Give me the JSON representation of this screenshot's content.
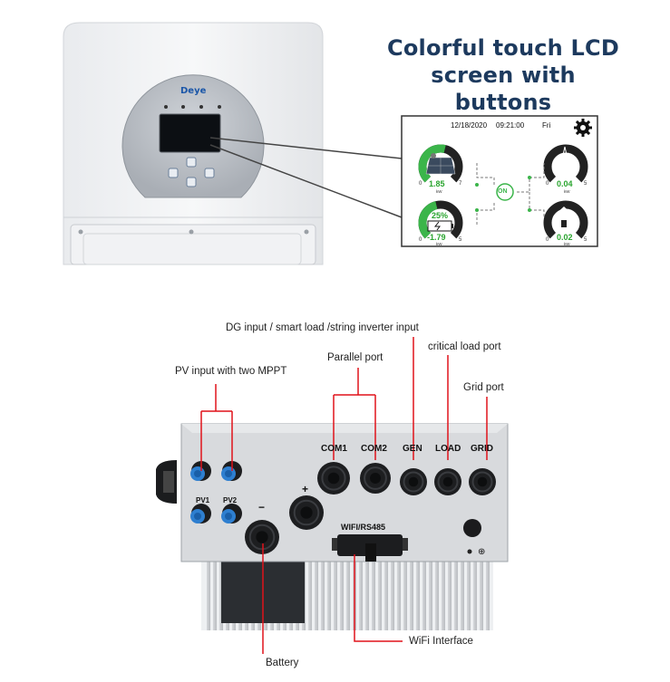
{
  "headline": {
    "line1": "Colorful touch LCD",
    "line2": "screen with buttons"
  },
  "brand": "Deye",
  "lcd": {
    "date": "12/18/2020",
    "time": "09:21:00",
    "day": "Fri",
    "center_status": "ON",
    "solar": {
      "value": "1.85",
      "unit": "kW",
      "scale_min": "0",
      "scale_max": "7"
    },
    "battery": {
      "soc": "25%",
      "value": "-1.79",
      "unit": "kW",
      "scale_min": "0",
      "scale_max": "5"
    },
    "grid": {
      "value": "0.04",
      "unit": "kW",
      "scale_min": "0",
      "scale_max": "5"
    },
    "load": {
      "value": "0.02",
      "unit": "kW",
      "scale_min": "0",
      "scale_max": "5"
    },
    "colors": {
      "active_arc": "#3bb54a",
      "inactive_arc": "#222222",
      "flow_line": "#7a7a7a"
    },
    "icons": {
      "settings": "gear-icon",
      "solar": "solar-panel-icon",
      "battery": "battery-icon",
      "grid": "power-tower-icon",
      "load": "house-icon"
    }
  },
  "callouts": {
    "pv_input": "PV input with two MPPT",
    "dg_input": "DG input / smart load /string inverter input",
    "parallel": "Parallel port",
    "critical_load": "critical load port",
    "grid": "Grid port",
    "battery": "Battery",
    "wifi": "WiFi Interface"
  },
  "ports": {
    "com1": "COM1",
    "com2": "COM2",
    "gen": "GEN",
    "load": "LOAD",
    "grid": "GRID",
    "pv1": "PV1",
    "pv2": "PV2",
    "wifi_rs485": "WIFI/RS485",
    "plus": "+",
    "minus": "−",
    "ground": "⊕"
  },
  "colors": {
    "callout_line": "#e0121a",
    "headline": "#1d3a5e"
  }
}
